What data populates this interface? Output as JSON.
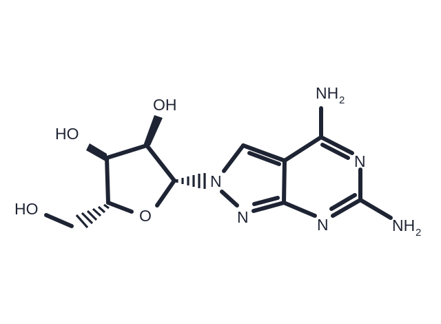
{
  "molecule": {
    "labels": {
      "oh_top": "OH",
      "oh_left": "HO",
      "ho_ch2": "HO",
      "ring_o": "O",
      "n1": "N",
      "n2": "N",
      "nh2_top": "NH",
      "nh2_top_sub": "2",
      "n3": "N",
      "n4": "N",
      "nh2_right": "NH",
      "nh2_right_sub": "2"
    },
    "color": "#1e2433"
  }
}
